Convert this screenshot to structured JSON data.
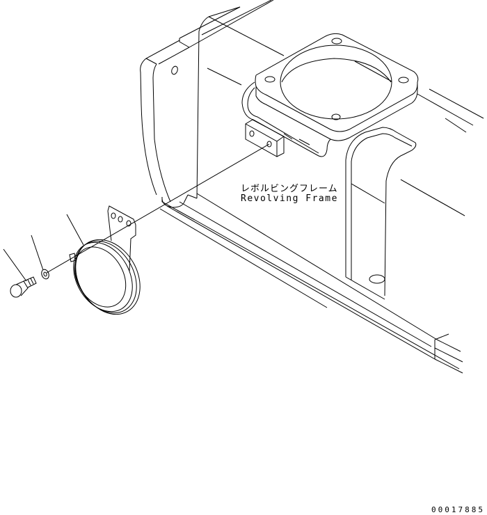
{
  "diagram": {
    "type": "exploded-parts-illustration",
    "colors": {
      "line": "#000000",
      "background": "#ffffff"
    },
    "callouts": {
      "frame_label_jp": "レボルビングフレーム",
      "frame_label_en": "Revolving Frame"
    },
    "drawing_number": "00017885",
    "parts": [
      {
        "name": "bolt",
        "leader": true
      },
      {
        "name": "washer",
        "leader": true
      },
      {
        "name": "horn",
        "leader": true
      },
      {
        "name": "revolving-frame",
        "leader": false
      }
    ]
  }
}
